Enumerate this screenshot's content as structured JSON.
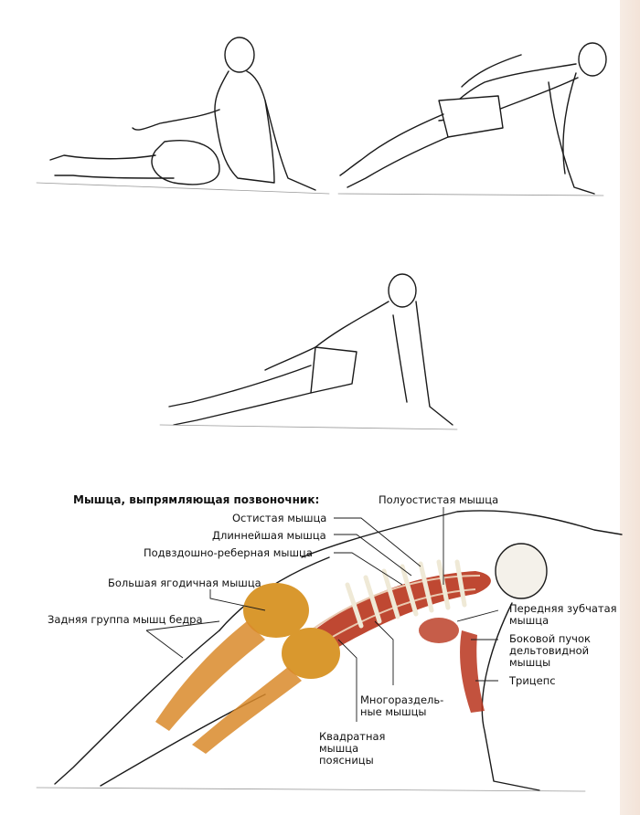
{
  "page": {
    "accent_colors": {
      "muscle_red": "#b8341c",
      "muscle_orange": "#d9892a",
      "bone": "#efe9d6",
      "line": "#1a1a1a",
      "page_edge": "#f3e3d8"
    }
  },
  "figures": [
    {
      "id": "pose-1",
      "description": "seated figure, legs extended, supported on one hand"
    },
    {
      "id": "pose-2",
      "description": "side plank with raised hips, head turned"
    },
    {
      "id": "pose-3",
      "description": "transition pose, hips lifting from floor"
    },
    {
      "id": "anatomy",
      "description": "side plank with arm raised, muscles highlighted"
    }
  ],
  "labels": {
    "group_title": "Мышца, выпрямляющая позвоночник:",
    "spinalis": "Остистая мышца",
    "longissimus": "Длиннейшая мышца",
    "iliocostalis": "Подвздошно-реберная мышца",
    "semispinalis": "Полуостистая мышца",
    "gluteus_maximus": "Большая ягодичная мышца",
    "hamstrings": "Задняя группа мышц бедра",
    "serratus_anterior": "Передняя зубчатая мышца",
    "lateral_deltoid": "Боковой пучок дельтовидной мышцы",
    "triceps": "Трицепс",
    "multifidus": "Многораздель-ные мышцы",
    "quadratus_lumborum": "Квадратная мышца поясницы"
  }
}
